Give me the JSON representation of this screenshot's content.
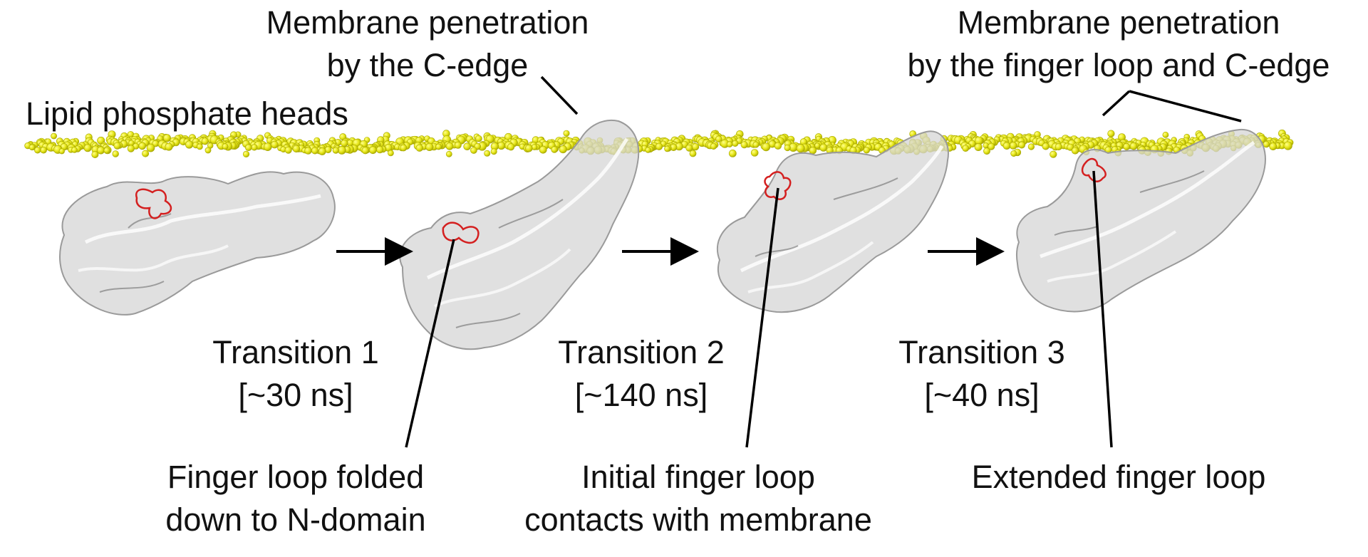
{
  "labels": {
    "lipid_heads": "Lipid phosphate heads",
    "penetration_c_edge": [
      "Membrane penetration",
      "by the C-edge"
    ],
    "penetration_finger_c_edge": [
      "Membrane penetration",
      "by the finger loop and C-edge"
    ],
    "transitions": [
      {
        "name": "Transition 1",
        "time": "[~30 ns]"
      },
      {
        "name": "Transition 2",
        "time": "[~140 ns]"
      },
      {
        "name": "Transition 3",
        "time": "[~40 ns]"
      }
    ],
    "finger_folded": [
      "Finger loop folded",
      "down to N-domain"
    ],
    "initial_contact": [
      "Initial finger loop",
      "contacts with membrane"
    ],
    "extended_loop": "Extended finger loop"
  },
  "colors": {
    "lipid": "#e6e619",
    "lipid_shade": "#a8a800",
    "protein_surface": "#d6d6d6",
    "protein_outline": "#9a9a9a",
    "finger_loop": "#d42020",
    "arrow": "#000000"
  }
}
